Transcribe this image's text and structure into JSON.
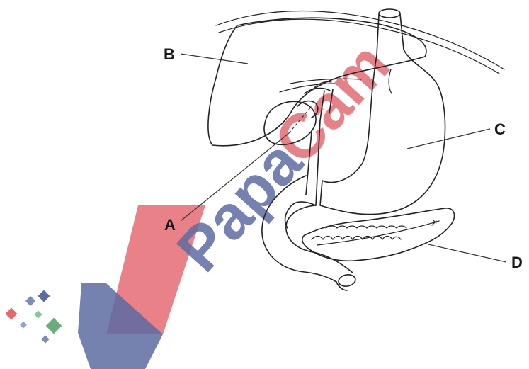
{
  "labels": {
    "a": "A",
    "b": "B",
    "c": "C",
    "d": "D"
  },
  "watermark": {
    "text_blue": "Papa",
    "text_red": "Cam",
    "colors": {
      "red": "#e05a63",
      "blue": "#3d4b8f",
      "green": "#5aa36b",
      "grey_blue": "#6f7fb0"
    }
  }
}
